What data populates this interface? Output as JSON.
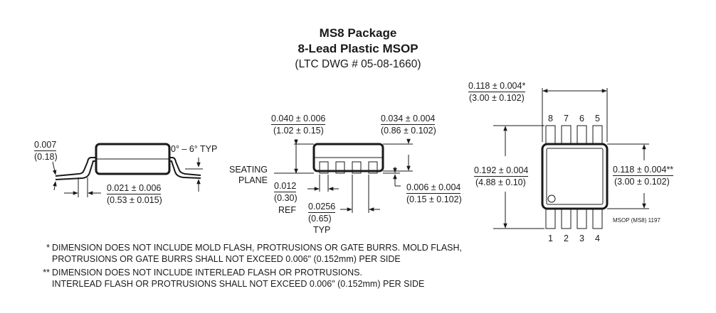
{
  "header": {
    "title": "MS8 Package",
    "subtitle": "8-Lead Plastic MSOP",
    "drawing_ref": "(LTC DWG # 05-08-1660)"
  },
  "side_view": {
    "lead_thickness_in": "0.007",
    "lead_thickness_mm": "(0.18)",
    "angle": "0° – 6° TYP",
    "foot_length_in": "0.021 ± 0.006",
    "foot_length_mm": "(0.53 ± 0.015)"
  },
  "end_view": {
    "height_in": "0.040 ± 0.006",
    "height_mm": "(1.02 ± 0.15)",
    "body_height_in": "0.034 ± 0.004",
    "body_height_mm": "(0.86 ± 0.102)",
    "seating_plane_line1": "SEATING",
    "seating_plane_line2": "PLANE",
    "lead_width_in": "0.012",
    "lead_width_mm": "(0.30)",
    "lead_width_ref": "REF",
    "standoff_in": "0.006 ± 0.004",
    "standoff_mm": "(0.15 ± 0.102)",
    "pitch_in": "0.0256",
    "pitch_mm": "(0.65)",
    "pitch_typ": "TYP"
  },
  "top_view": {
    "length_in": "0.118 ± 0.004*",
    "length_mm": "(3.00 ± 0.102)",
    "overall_width_in": "0.192 ± 0.004",
    "overall_width_mm": "(4.88 ± 0.10)",
    "body_width_in": "0.118 ± 0.004**",
    "body_width_mm": "(3.00 ± 0.102)",
    "top_pins": [
      "8",
      "7",
      "6",
      "5"
    ],
    "bottom_pins": [
      "1",
      "2",
      "3",
      "4"
    ],
    "drawing_code": "MSOP (MS8) 1197"
  },
  "notes": [
    {
      "marker": "*",
      "line1": "DIMENSION DOES NOT INCLUDE MOLD FLASH, PROTRUSIONS OR GATE BURRS. MOLD FLASH,",
      "line2": "PROTRUSIONS OR GATE BURRS SHALL NOT EXCEED 0.006\" (0.152mm) PER SIDE"
    },
    {
      "marker": "**",
      "line1": "DIMENSION DOES NOT INCLUDE INTERLEAD FLASH OR PROTRUSIONS.",
      "line2": "INTERLEAD FLASH OR PROTRUSIONS SHALL NOT EXCEED 0.006\" (0.152mm) PER SIDE"
    }
  ]
}
